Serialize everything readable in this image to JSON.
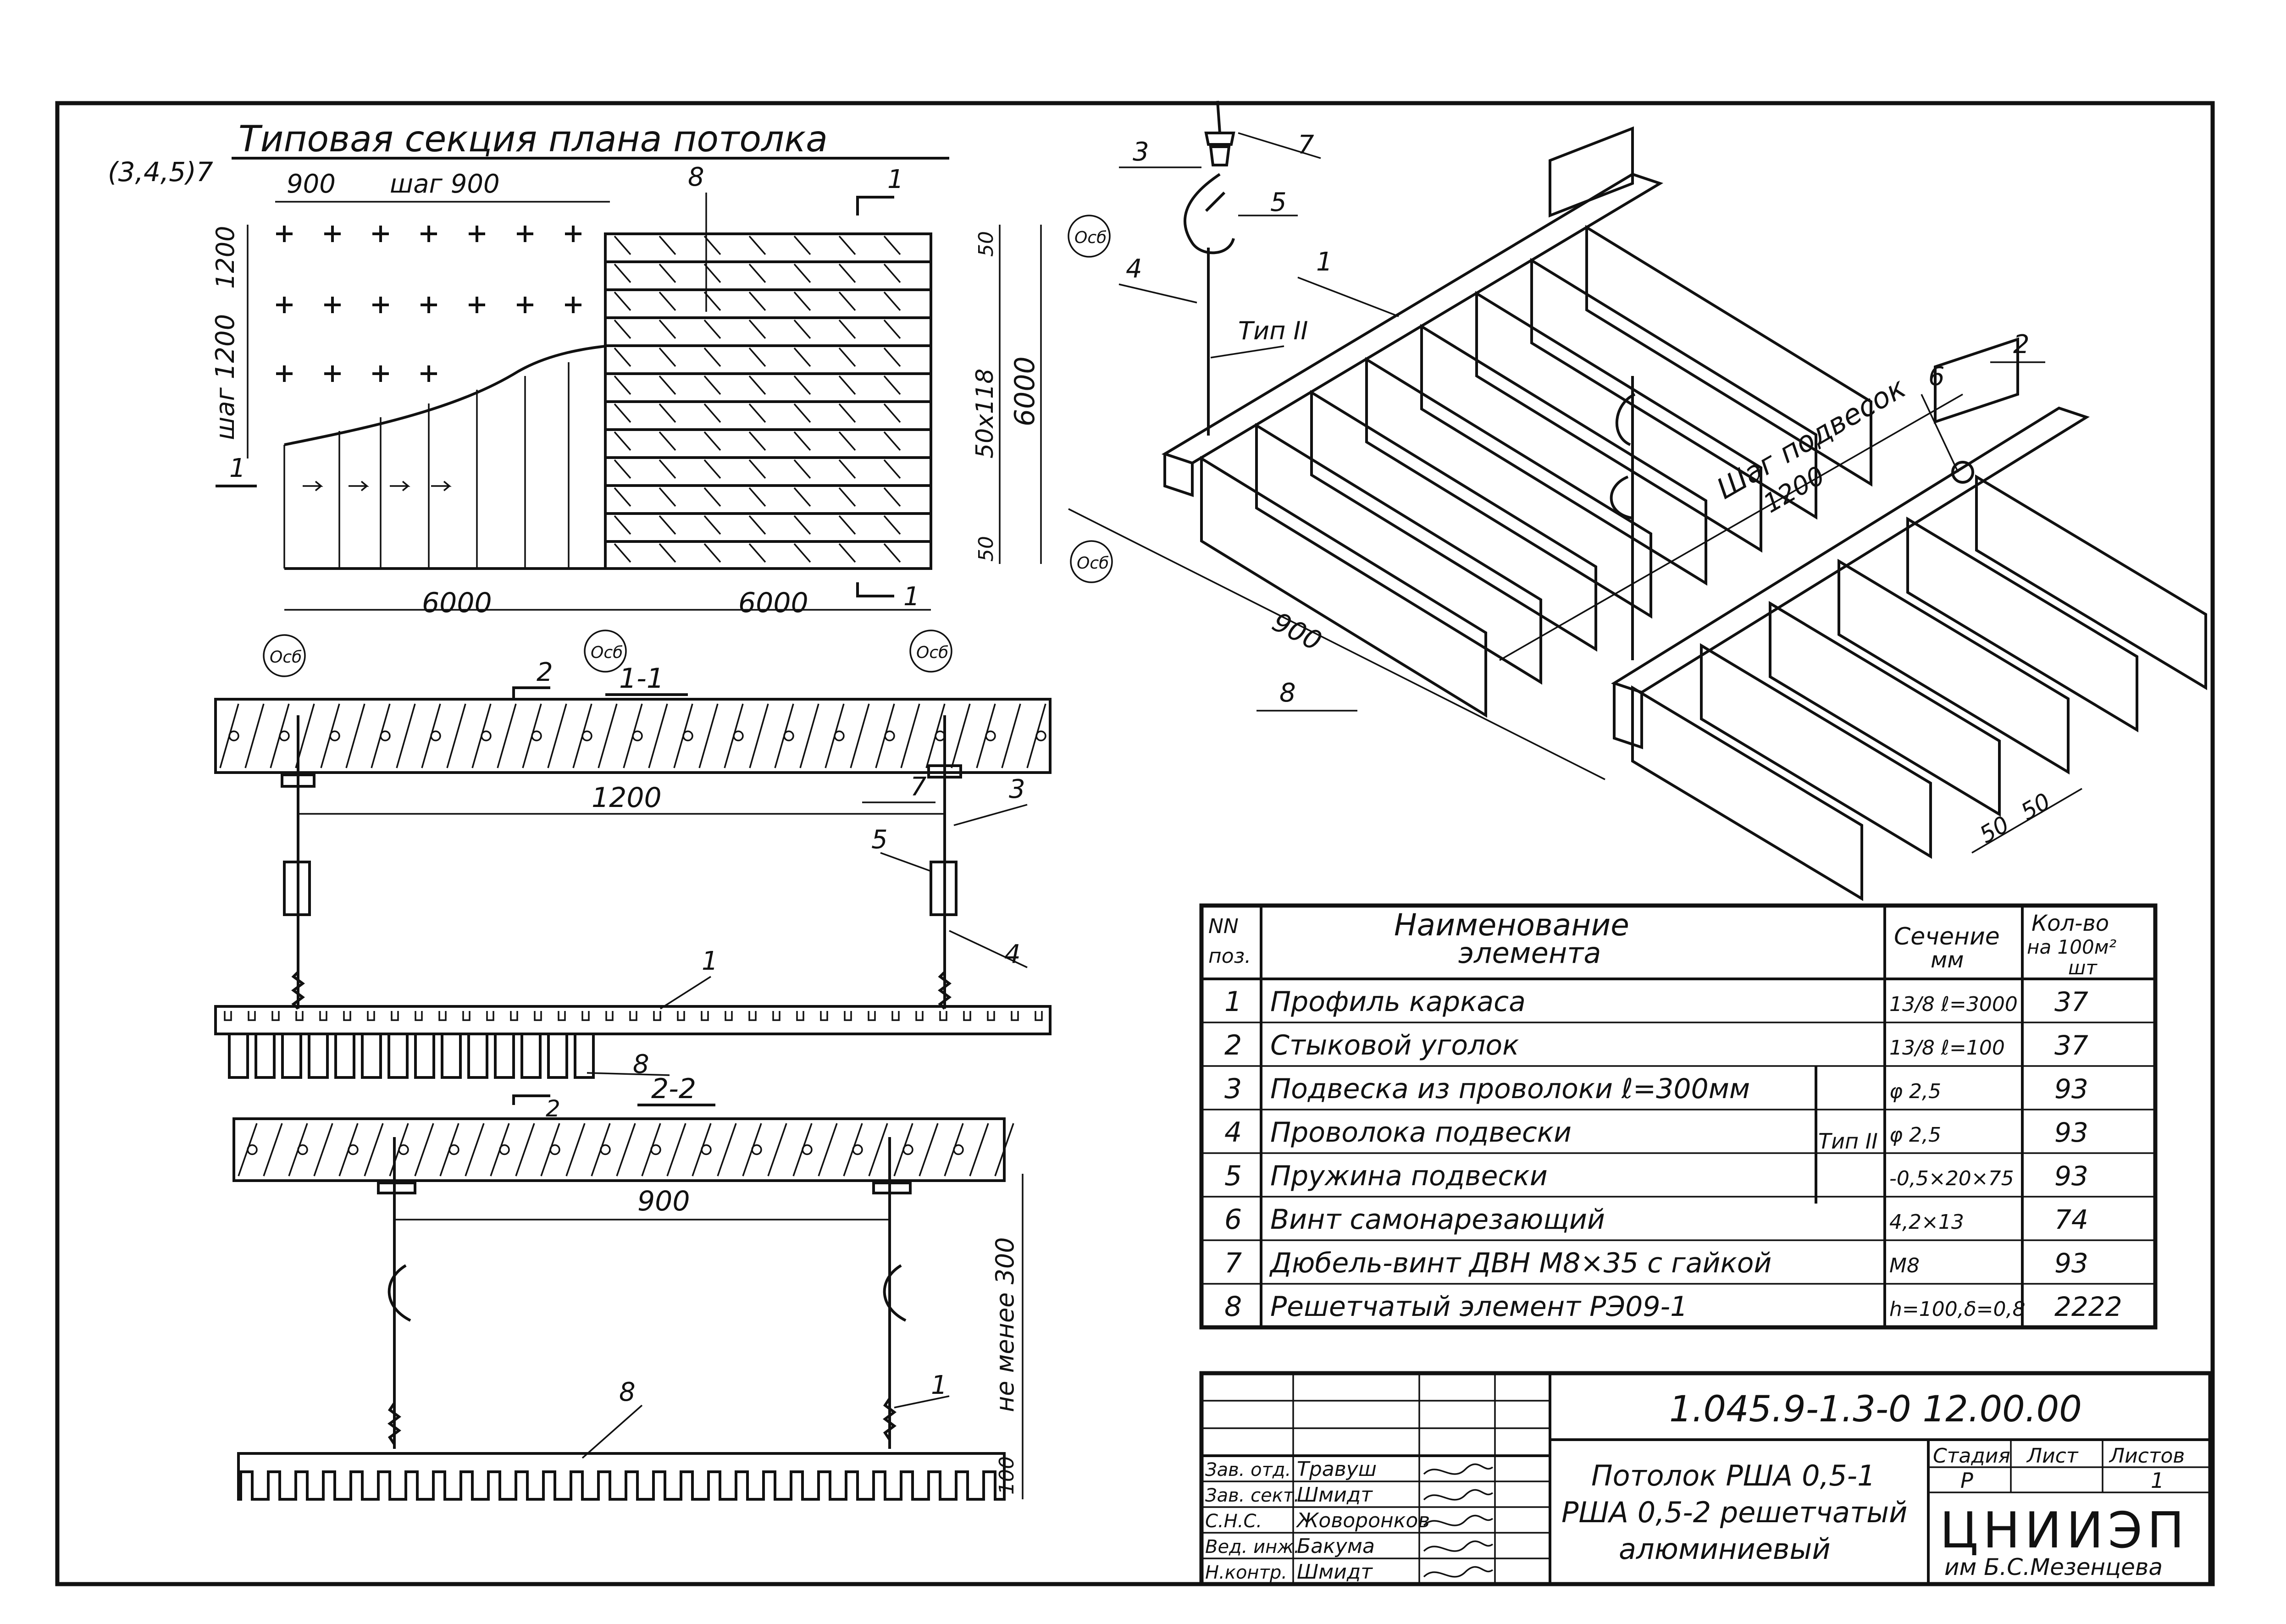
{
  "plan": {
    "title": "Типовая секция плана потолка",
    "ref_3457": "(3,4,5)7",
    "ref_8": "8",
    "dim_900": "900",
    "dim_step_900": "шаг 900",
    "dim_1200": "1200",
    "dim_step_1200": "шаг 1200",
    "dim_6000_left": "6000",
    "dim_6000_right": "6000",
    "dim_50_top": "50",
    "dim_50x118": "50х118",
    "dim_6000_vert": "6000",
    "dim_50_bottom": "50",
    "axis_label": "Осб",
    "section_mark_1": "1",
    "arrow_1": "1"
  },
  "section_1_1": {
    "title": "1-1",
    "cut_mark": "2",
    "dim_1200": "1200",
    "label_7": "7",
    "label_3": "3",
    "label_5": "5",
    "label_4": "4",
    "label_1": "1",
    "label_8": "8"
  },
  "section_2_2": {
    "title": "2-2",
    "cut_mark": "2",
    "dim_900": "900",
    "dim_300": "не менее 300",
    "dim_100": "100",
    "label_8": "8",
    "label_1": "1"
  },
  "iso": {
    "label_3": "3",
    "label_7": "7",
    "label_5": "5",
    "label_4": "4",
    "label_1": "1",
    "type_2": "Тип II",
    "step_suspension": "Шаг подвесок",
    "step_value": "1200",
    "label_6": "6",
    "label_2": "2",
    "label_8": "8",
    "dim_900": "900",
    "dim_50a": "50",
    "dim_50b": "50"
  },
  "spec_table": {
    "headers": {
      "num": "NN\nпоз.",
      "name": "Наименование элемента",
      "section": "Сечение мм",
      "qty": "Кол-во на 100м² шт"
    },
    "group_label": "Тип II",
    "rows": [
      {
        "num": "1",
        "name": "Профиль каркаса",
        "section": "13/8 ℓ=3000",
        "qty": "37"
      },
      {
        "num": "2",
        "name": "Стыковой уголок",
        "section": "13/8 ℓ=100",
        "qty": "37"
      },
      {
        "num": "3",
        "name": "Подвеска из проволоки ℓ=300мм",
        "section": "φ 2,5",
        "qty": "93"
      },
      {
        "num": "4",
        "name": "Проволока подвески",
        "section": "φ 2,5",
        "qty": "93"
      },
      {
        "num": "5",
        "name": "Пружина подвески",
        "section": "-0,5×20×75",
        "qty": "93"
      },
      {
        "num": "6",
        "name": "Винт самонарезающий",
        "section": "4,2×13",
        "qty": "74"
      },
      {
        "num": "7",
        "name": "Дюбель-винт ДВН М8×35 с гайкой",
        "section": "М8",
        "qty": "93"
      },
      {
        "num": "8",
        "name": "Решетчатый элемент РЭ09-1",
        "section": "h=100,δ=0,8",
        "qty": "2222"
      }
    ]
  },
  "title_block": {
    "code": "1.045.9-1.3-0 12.00.00",
    "roles": [
      {
        "role": "Зав. отд.",
        "name": "Травуш"
      },
      {
        "role": "Зав. сект.",
        "name": "Шмидт"
      },
      {
        "role": "С.Н.С.",
        "name": "Жоворонков"
      },
      {
        "role": "Вед. инж.",
        "name": "Бакума"
      },
      {
        "role": "Н.контр.",
        "name": "Шмидт"
      }
    ],
    "doc_title_1": "Потолок РША 0,5-1",
    "doc_title_2": "РША 0,5-2 решетчатый",
    "doc_title_3": "алюминиевый",
    "stage_header": "Стадия",
    "sheet_header": "Лист",
    "sheets_header": "Листов",
    "stage_value": "Р",
    "sheets_value": "1",
    "org_name": "ЦНИИЭП",
    "org_sub": "им Б.С.Мезенцева"
  }
}
